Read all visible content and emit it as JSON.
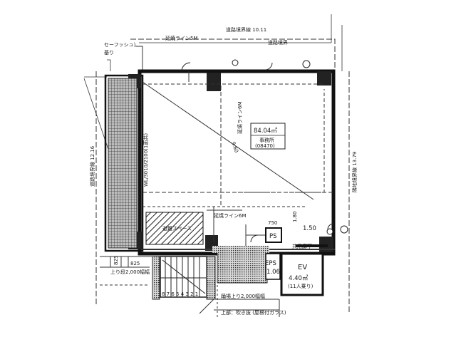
{
  "plan": {
    "setback_top": "道路境界線 10.11",
    "setback_line_5m": "延焼ライン5M",
    "setback_line_6m_right": "延焼ライン6M",
    "setback_line_6m_bottom": "延焼ライン6M",
    "boundary_right": "隣地境界線 13.79",
    "boundary_left": "道路境界線 12.16",
    "top_boundary_right": "道路境界",
    "corner_note_line1": "セーフッシュ)",
    "corner_note_line2": "基り",
    "window_label": "WL/3010/2100(1面共)",
    "diag_dim": "9.60",
    "room_area": "84.04㎡",
    "room_use": "事務所",
    "room_code": "(08470)",
    "dim_180": "1.80",
    "dim_150": "1.50",
    "dim_750": "750",
    "ps": "PS",
    "eps_line1": "EPS",
    "eps_line2": "1.06",
    "ev_title": "EV",
    "ev_area": "4.40㎡",
    "ev_capacity": "(11人乗り)",
    "dim_825a": "825",
    "dim_825b": "825",
    "stair_note": "上り段2,000幅幅",
    "stair_numbers": "8 7 6 5 4 3 2 1",
    "bottom_note_1": "踊場上り2,000幅幅",
    "bottom_note_2": "上部：吹き抜 (屋根付ガラス)",
    "hatch_room_label": "避難スペース",
    "corridor_label": "共用廊下"
  }
}
